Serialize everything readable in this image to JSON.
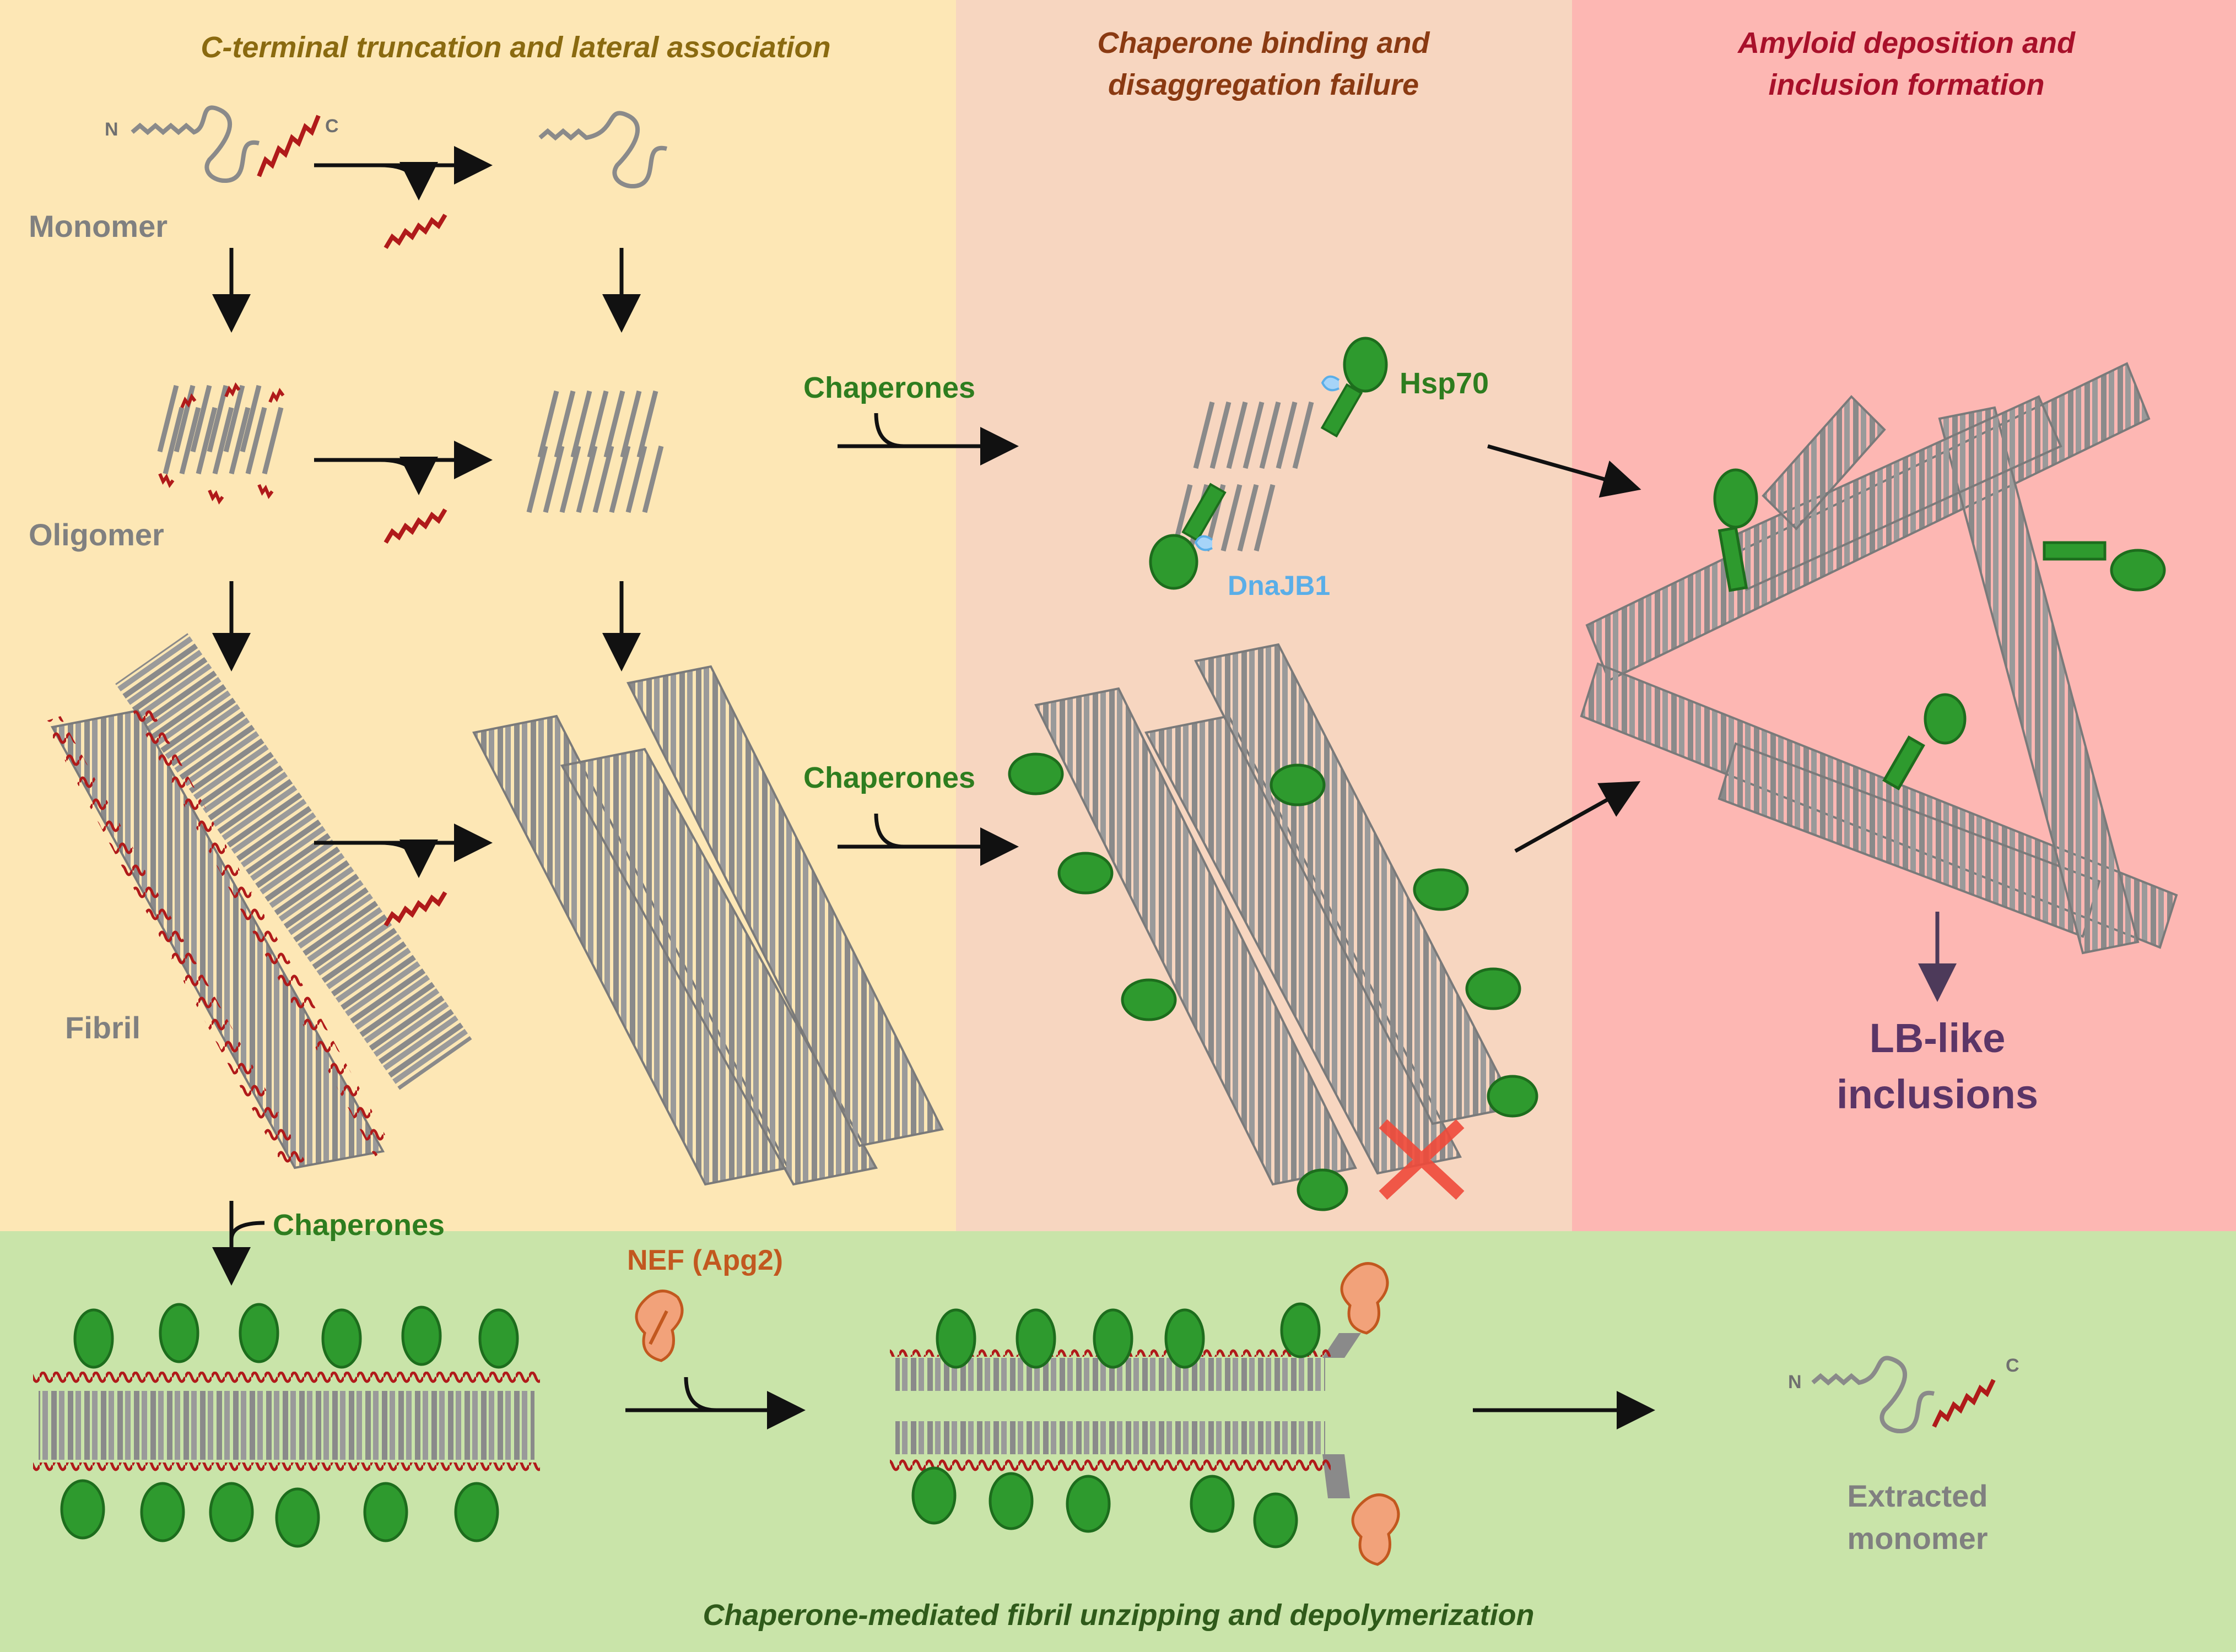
{
  "colors": {
    "panel_yellow": "#fde7b5",
    "panel_peach": "#f7d6c0",
    "panel_pink": "#fdb7b3",
    "panel_green": "#c9e4a9",
    "title_yellow_panel": "#8a6a10",
    "title_peach_panel": "#8a3a12",
    "title_pink_panel": "#a8102a",
    "title_green_panel": "#2f5a1a",
    "fibril_gray": "#8a8a8a",
    "c_terminus_red": "#b01a1a",
    "hsp70_green": "#2e9a2e",
    "dnajb1_blue": "#7fc0f0",
    "nef_orange": "#f2a27a",
    "cross_red": "#f04a3a"
  },
  "panels": {
    "truncation": {
      "title_line1": "C-terminal truncation and lateral association"
    },
    "binding": {
      "title_line1": "Chaperone binding and",
      "title_line2": "disaggregation failure"
    },
    "deposition": {
      "title_line1": "Amyloid deposition and",
      "title_line2": "inclusion formation"
    },
    "unzipping": {
      "title_line1": "Chaperone-mediated fibril unzipping and depolymerization"
    }
  },
  "labels": {
    "monomer": "Monomer",
    "oligomer": "Oligomer",
    "fibril": "Fibril",
    "n_terminus": "N",
    "c_terminus": "C",
    "chaperones_1": "Chaperones",
    "chaperones_2": "Chaperones",
    "chaperones_3": "Chaperones",
    "hsp70": "Hsp70",
    "dnajb1": "DnaJB1",
    "lb_like_line1": "LB-like",
    "lb_like_line2": "inclusions",
    "nef": "NEF (Apg2)",
    "extracted_line1": "Extracted",
    "extracted_line2": "monomer"
  },
  "icons": {
    "failure_mark": "red-x-icon"
  }
}
